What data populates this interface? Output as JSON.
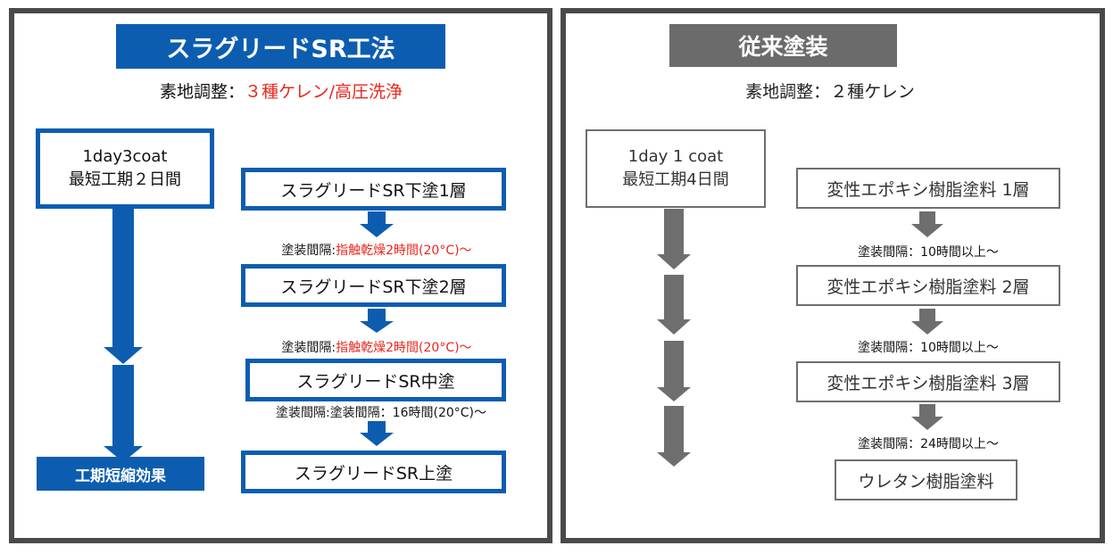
{
  "left": {
    "title": "スラグリードSR工法",
    "prep_label": "素地調整：",
    "prep_value": "３種ケレン/高圧洗浄",
    "period_line1": "1day3coat",
    "period_line2": "最短工期２日間",
    "effect_label": "工期短縮効果",
    "steps": [
      "スラグリードSR下塗1層",
      "スラグリードSR下塗2層",
      "スラグリードSR中塗",
      "スラグリードSR上塗"
    ],
    "intervals": [
      {
        "label": "塗装間隔:",
        "value": "指触乾燥2時間(20°C)〜"
      },
      {
        "label": "塗装間隔:",
        "value": "指触乾燥2時間(20°C)〜"
      },
      {
        "label": "塗装間隔:",
        "value": "塗装間隔：16時間(20°C)〜"
      }
    ]
  },
  "right": {
    "title": "従来塗装",
    "prep_label": "素地調整：",
    "prep_value": "２種ケレン",
    "period_line1": "1day 1 coat",
    "period_line2": "最短工期4日間",
    "steps": [
      "変性エポキシ樹脂塗料 1層",
      "変性エポキシ樹脂塗料 2層",
      "変性エポキシ樹脂塗料 3層",
      "ウレタン樹脂塗料"
    ],
    "intervals": [
      "塗装間隔：10時間以上〜",
      "塗装間隔：10時間以上〜",
      "塗装間隔：24時間以上〜"
    ]
  },
  "colors": {
    "blue": "#0c5db0",
    "gray": "#6b6b6b",
    "red": "#e8281e",
    "frame": "#4a4a4a"
  }
}
